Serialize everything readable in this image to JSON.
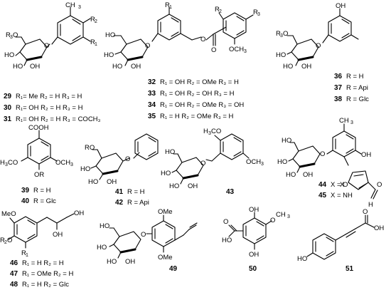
{
  "atoms": {
    "me": "Me",
    "oh": "OH",
    "ho": "HO",
    "o": "O",
    "ome": "OMe",
    "och3": "OCH",
    "h3co": "H",
    "h3co_rest": "CO",
    "och3_c": "OCH",
    "cooh": "COOH",
    "or": "OR",
    "r3o": "R",
    "ro": "RO",
    "r2o": "R",
    "ch3": "CH",
    "meo": "MeO",
    "x": "X",
    "h": "H",
    "oh_side": "OH",
    "o_ring": "O",
    "oh_acid": "OH",
    "h2co": "H",
    "h2co_rest": "CO",
    "sub3": "3",
    "sub1": "1",
    "sub2": "2",
    "sub_r3": "3",
    "sub_r2": "2"
  },
  "compounds": [
    {
      "id": "c29",
      "number": "29",
      "text": "R₁= Me   R₂ = H   R₃ = H"
    },
    {
      "id": "c30",
      "number": "30",
      "text": "R₁= OH   R₂ = H   R₃ = H"
    },
    {
      "id": "c31",
      "number": "31",
      "text": "R₁= OH   R₂ = H   R₃ = COCH₃"
    },
    {
      "id": "c32",
      "number": "32",
      "text": "R₁ = OH   R₂ = OMe   R₃ = H"
    },
    {
      "id": "c33",
      "number": "33",
      "text": "R₁ = OH   R₂ = OH    R₃ = H"
    },
    {
      "id": "c34",
      "number": "34",
      "text": "R₁ = OH   R₂ = OMe   R₃ = OH"
    },
    {
      "id": "c35",
      "number": "35",
      "text": "R₁ = H    R₂ = OMe   R₃ = H"
    },
    {
      "id": "c36",
      "number": "36",
      "text": "R = H"
    },
    {
      "id": "c37",
      "number": "37",
      "text": "R = Api"
    },
    {
      "id": "c38",
      "number": "38",
      "text": "R = Glc"
    },
    {
      "id": "c39",
      "number": "39",
      "text": "R = H"
    },
    {
      "id": "c40",
      "number": "40",
      "text": "R = Glc"
    },
    {
      "id": "c41",
      "number": "41",
      "text": "R = H"
    },
    {
      "id": "c42",
      "number": "42",
      "text": "R = Api"
    },
    {
      "id": "c43",
      "number": "43",
      "text": ""
    },
    {
      "id": "c44",
      "number": "44",
      "text": "X = O"
    },
    {
      "id": "c45",
      "number": "45",
      "text": "X = NH"
    },
    {
      "id": "c46",
      "number": "46",
      "text": "R₁ = H     R₂ = H"
    },
    {
      "id": "c47",
      "number": "47",
      "text": "R₁ = OMe  R₂ = H"
    },
    {
      "id": "c48",
      "number": "48",
      "text": "R₁ = H     R₂ = Glc"
    },
    {
      "id": "c49",
      "number": "49",
      "text": ""
    },
    {
      "id": "c50",
      "number": "50",
      "text": ""
    },
    {
      "id": "c51",
      "number": "51",
      "text": ""
    }
  ]
}
